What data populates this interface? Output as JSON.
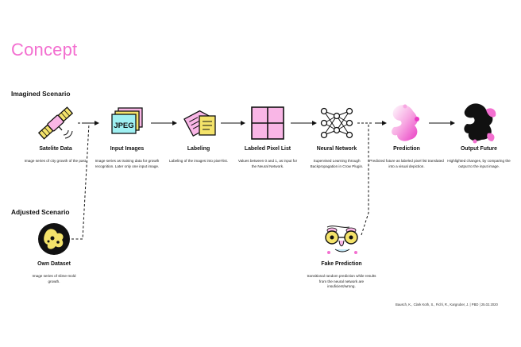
{
  "page": {
    "title": "Concept",
    "credit": "Bausch, K., Clark Koth, S., Fichl, R., Kargruber, J. | PBD | 25.02.2020"
  },
  "sections": {
    "imagined": "Imagined Scenario",
    "adjusted": "Adjusted Scenario"
  },
  "icons": {
    "jpeg_label": "JPEG"
  },
  "colors": {
    "accent_pink": "#f36fd0",
    "icon_pink": "#f9b6e6",
    "icon_yellow": "#f4e36a",
    "icon_cyan": "#9ff0f2",
    "icon_blue": "#bfe3f3"
  },
  "steps": [
    {
      "title": "Satelite Data",
      "desc": "Image series of city growth of the past.",
      "icon": "satellite-icon"
    },
    {
      "title": "Input Images",
      "desc": "Image series as training data for growth recognition. Later only one input image.",
      "icon": "jpeg-stack-icon"
    },
    {
      "title": "Labeling",
      "desc": "Labeling of the images into pixel-list.",
      "icon": "label-tag-icon"
    },
    {
      "title": "Labeled Pixel List",
      "desc": "Values between 0 and 1, as input for the Neural Network.",
      "icon": "pixel-grid-icon"
    },
    {
      "title": "Neural Network",
      "desc": "Supervised Learning through Backpropagation in Crow Plugin.",
      "icon": "neural-network-icon"
    },
    {
      "title": "Prediction",
      "desc": "Predicted future as labeled pixel list translated into a visual depiction.",
      "icon": "prediction-blob-icon"
    },
    {
      "title": "Output Future",
      "desc": "Highlighted changes, by comparing the output to the input image.",
      "icon": "output-blob-icon"
    }
  ],
  "adjusted_steps": [
    {
      "title": "Own Dataset",
      "desc": "Image series of slime-mold growth.",
      "icon": "slime-mold-icon"
    },
    {
      "title": "Fake Prediction",
      "desc": "transitional random prediction while results from the neural network are insuficient/wrong.",
      "icon": "fake-glasses-icon"
    }
  ]
}
